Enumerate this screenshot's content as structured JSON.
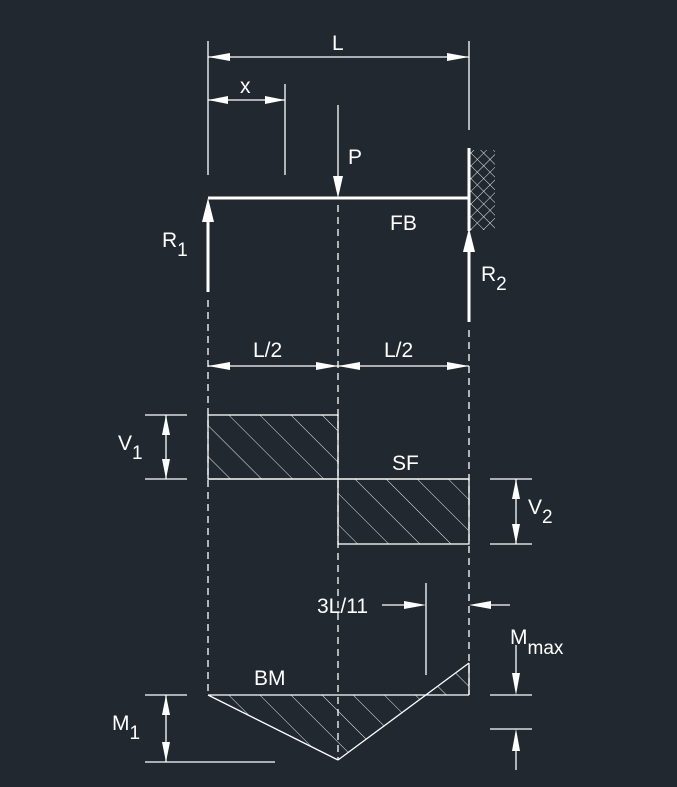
{
  "labels": {
    "length": "L",
    "position": "x",
    "load": "P",
    "reaction_left": "R",
    "reaction_left_sub": "1",
    "reaction_right": "R",
    "reaction_right_sub": "2",
    "beam": "FB",
    "half_left": "L/2",
    "half_right": "L/2",
    "shear_left": "V",
    "shear_left_sub": "1",
    "shear_diagram": "SF",
    "shear_right": "V",
    "shear_right_sub": "2",
    "zero_moment_location": "3L/11",
    "moment_max": "M",
    "moment_max_sub": "max",
    "moment_diagram": "BM",
    "moment_left": "M",
    "moment_left_sub": "1"
  },
  "colors": {
    "background": "#212830",
    "line": "#ffffff"
  }
}
